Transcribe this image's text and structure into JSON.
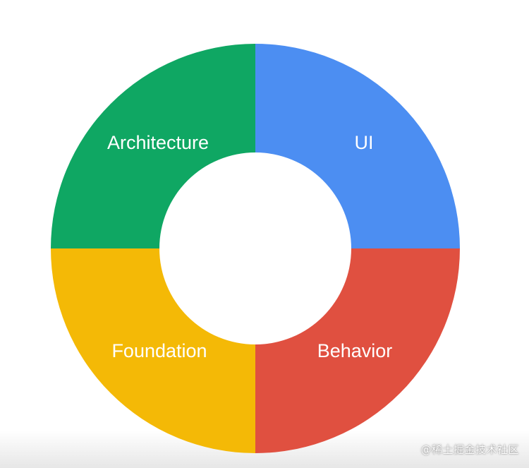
{
  "diagram": {
    "segments": [
      {
        "id": "ui",
        "label": "UI",
        "color": "#4c8ef2"
      },
      {
        "id": "behavior",
        "label": "Behavior",
        "color": "#e05040"
      },
      {
        "id": "foundation",
        "label": "Foundation",
        "color": "#f4b906"
      },
      {
        "id": "architecture",
        "label": "Architecture",
        "color": "#0fa763"
      }
    ]
  },
  "watermark": {
    "text": "@稀土掘金技术社区"
  }
}
